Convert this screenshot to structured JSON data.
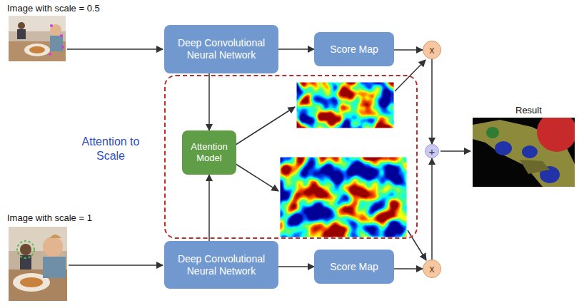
{
  "diagram": {
    "nodes": [
      {
        "text": [
          "Deep Convolutional Neural Network"
        ]
      },
      {
        "text": [
          "Score Map"
        ]
      },
      {
        "text": [
          "x"
        ]
      },
      {
        "text": [
          "Attention to Scale"
        ]
      },
      {
        "text": [
          "Attention Model"
        ],
        "in": 3
      },
      {
        "text": [
          "+"
        ]
      },
      {
        "text": [
          "Deep Convolutional Neural Network"
        ]
      },
      {
        "text": [
          "Score Map"
        ]
      },
      {
        "text": [
          "x"
        ]
      }
    ],
    "edges": [
      {
        "from": 0,
        "to": 1,
        "arrow": "to"
      },
      {
        "from": 1,
        "to": 2,
        "arrow": "to"
      },
      {
        "from": 0,
        "to": 4,
        "arrow": "to"
      },
      {
        "from": 6,
        "to": 4,
        "arrow": "to"
      },
      {
        "from": 6,
        "to": 7,
        "arrow": "to"
      },
      {
        "from": 7,
        "to": 8,
        "arrow": "to"
      },
      {
        "from": 2,
        "to": 5,
        "arrow": "to"
      },
      {
        "from": 8,
        "to": 5,
        "arrow": "to"
      }
    ],
    "labels": [
      "Image with scale = 0.5",
      "Image with scale = 1",
      "Result"
    ]
  }
}
